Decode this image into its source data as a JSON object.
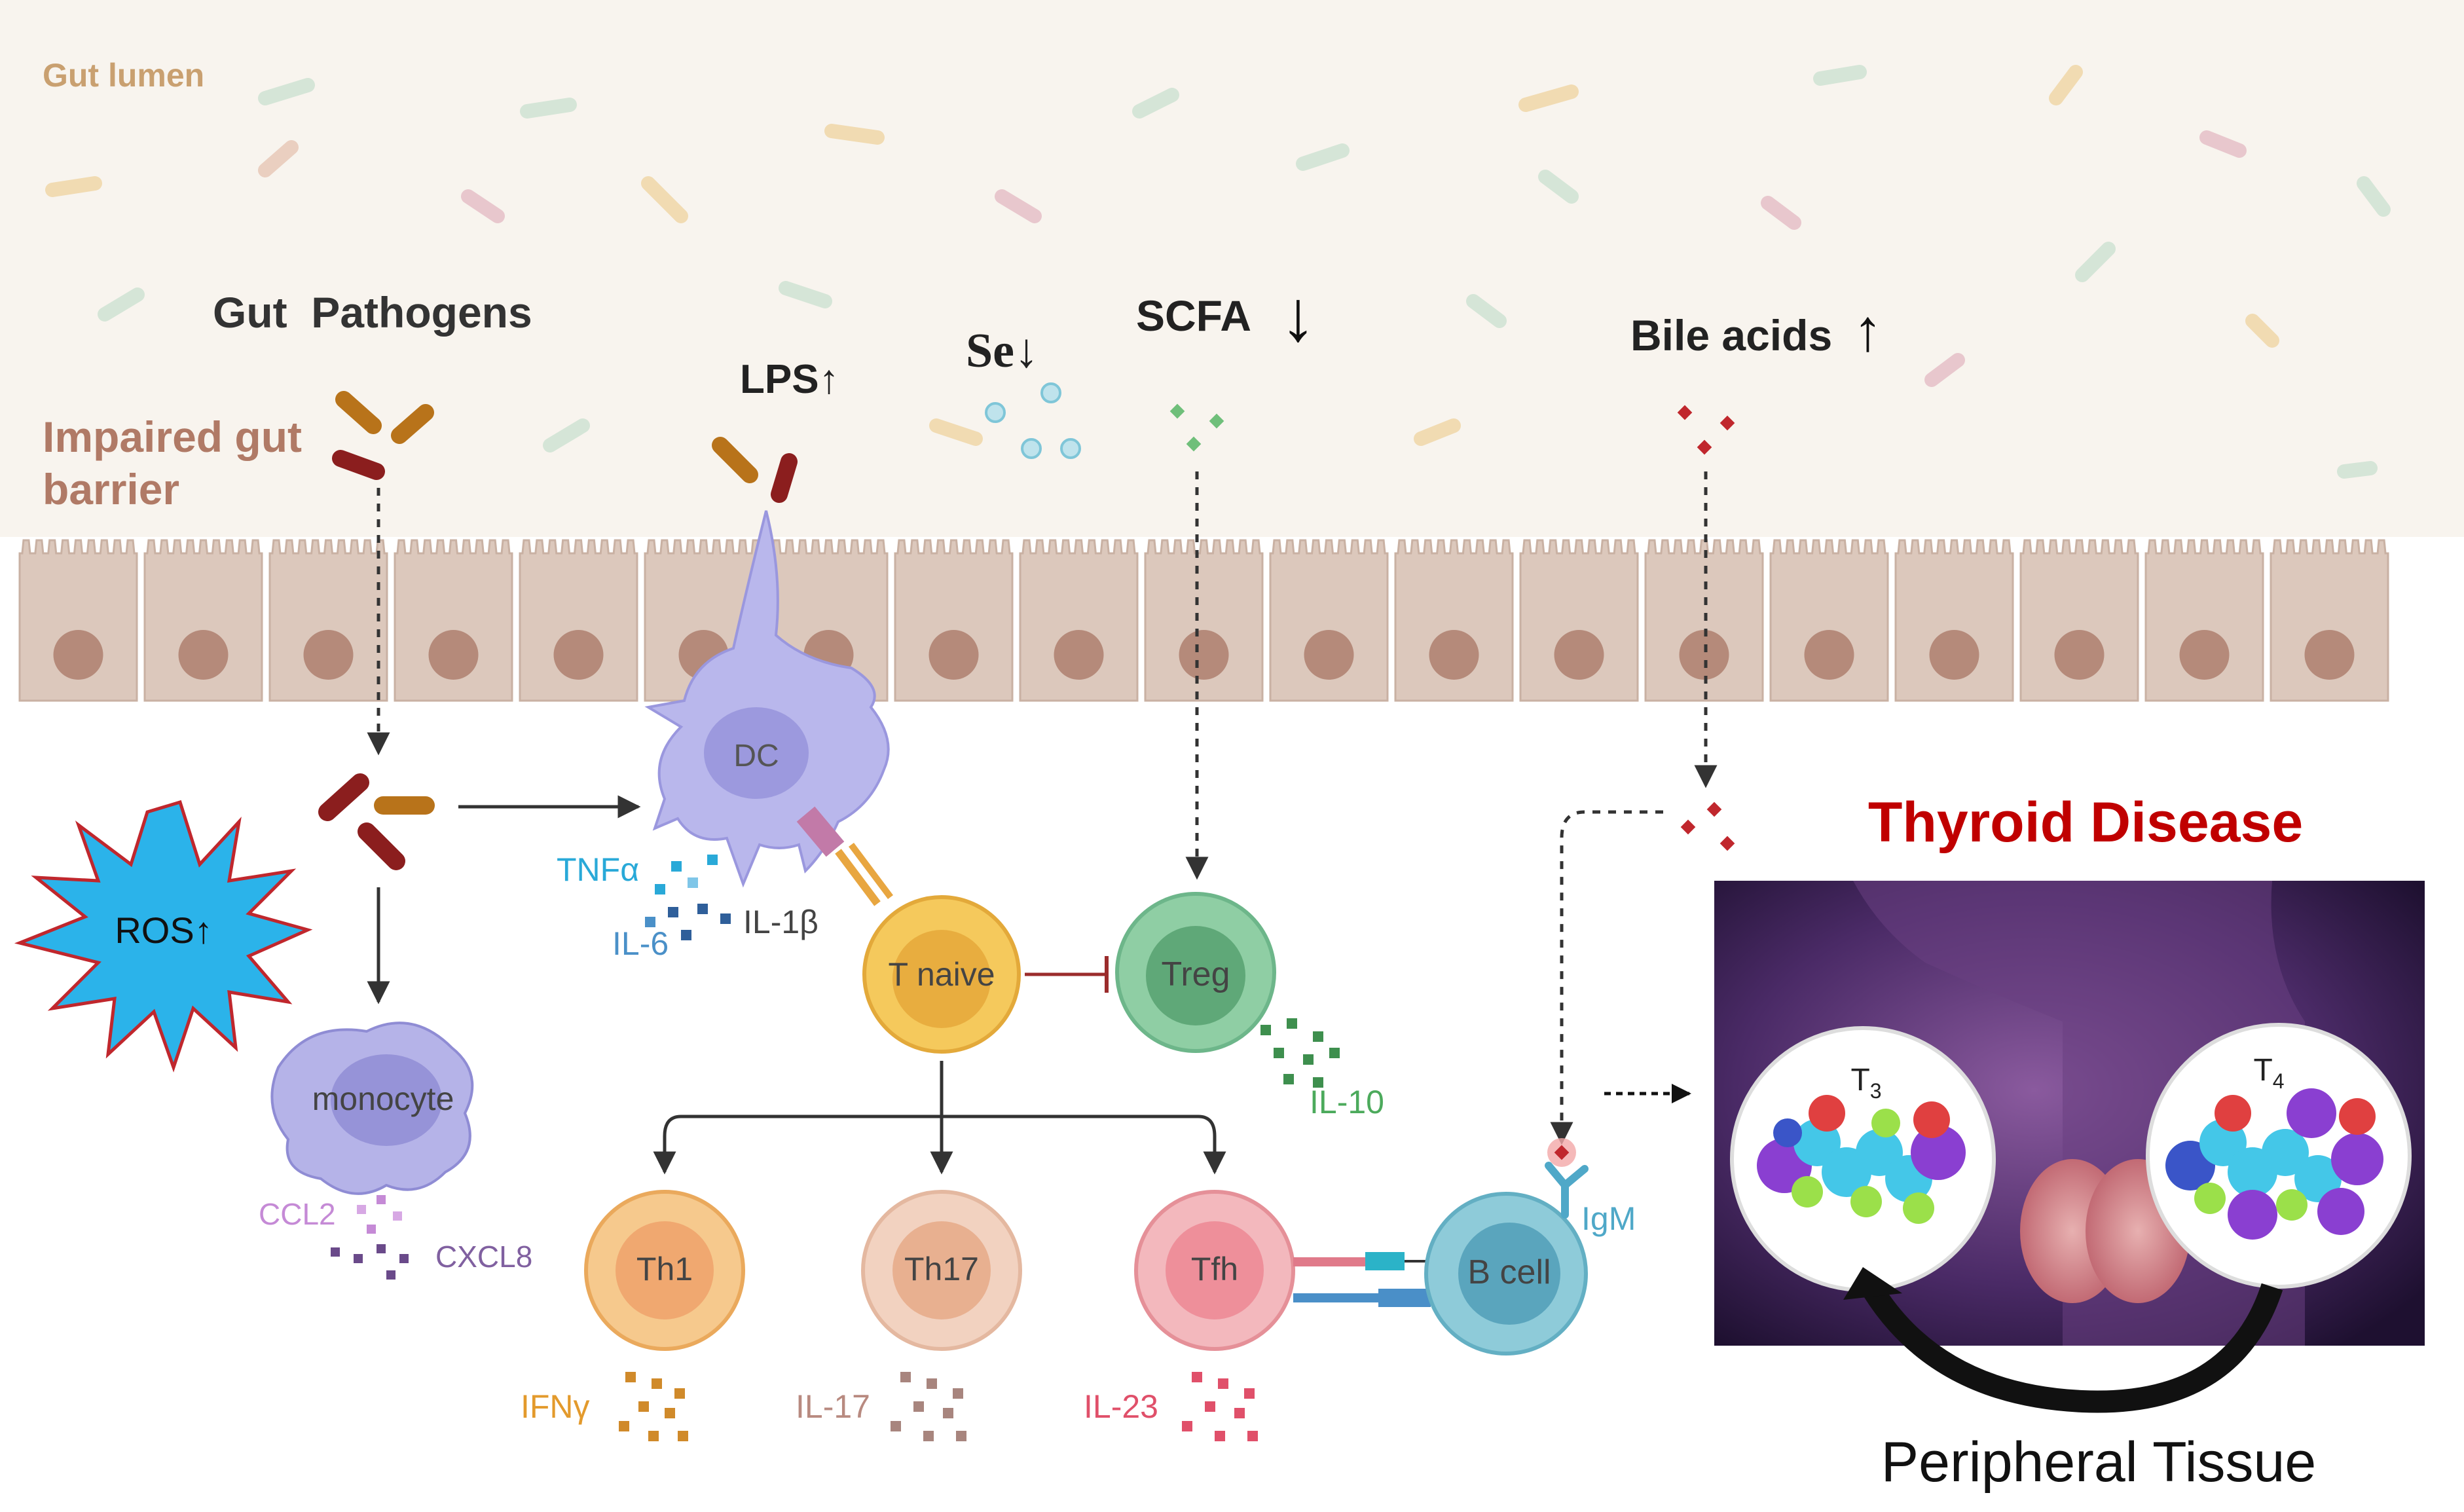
{
  "lumen": {
    "label": "Gut lumen",
    "colors": {
      "background": "#f8f4ee",
      "bacteria": [
        "#e8c9b8",
        "#cfe3d3",
        "#ead9c2",
        "#f0d7a8",
        "#e6c0c8"
      ]
    }
  },
  "labels": {
    "pathogens": "Gut  Pathogens",
    "impaired_barrier_line1": "Impaired gut",
    "impaired_barrier_line2": "barrier",
    "lps": "LPS",
    "lps_arrow": "↑",
    "se": "Se",
    "se_arrow": "↓",
    "scfa": "SCFA",
    "scfa_arrow": "↓",
    "bile_acids": "Bile acids",
    "bile_arrow": "↑",
    "ros": "ROS↑"
  },
  "cells": {
    "dc": "DC",
    "monocyte": "monocyte",
    "t_naive": "T naive",
    "treg": "Treg",
    "th1": "Th1",
    "th17": "Th17",
    "tfh": "Tfh",
    "b_cell": "B cell"
  },
  "cytokines": {
    "tnfa": "TNFα",
    "il6": "IL-6",
    "il1b": "IL-1β",
    "ccl2": "CCL2",
    "cxcl8": "CXCL8",
    "il10": "IL-10",
    "ifng": "IFNγ",
    "il17": "IL-17",
    "il23": "IL-23",
    "igm": "IgM"
  },
  "thyroid": {
    "title": "Thyroid Disease",
    "t3": "T",
    "t3_sub": "3",
    "t4": "T",
    "t4_sub": "4",
    "peripheral": "Peripheral Tissue"
  },
  "colors": {
    "pathogen": [
      "#8b1e1e",
      "#b8731a"
    ],
    "dc": "#b9b7ec",
    "monocyte": "#b5b3e8",
    "t_naive": "#f5c95c",
    "treg": "#8fcea4",
    "th1": "#f6c98d",
    "th17": "#f2d2c0",
    "tfh": "#f3b8bd",
    "b_cell": "#8ecbd9",
    "ros_fill": "#2bb3ea",
    "ros_stroke": "#c0272d",
    "thyroid_title": "#c00000",
    "tnfa": "#29a9d8",
    "il6": "#4a90c8",
    "ccl2": "#c58ad6",
    "cxcl8": "#8060a0",
    "il10": "#4caa5c",
    "ifng": "#e39a2c",
    "il17": "#b88a80",
    "il23": "#e0506a",
    "igm": "#4fa8c8"
  }
}
